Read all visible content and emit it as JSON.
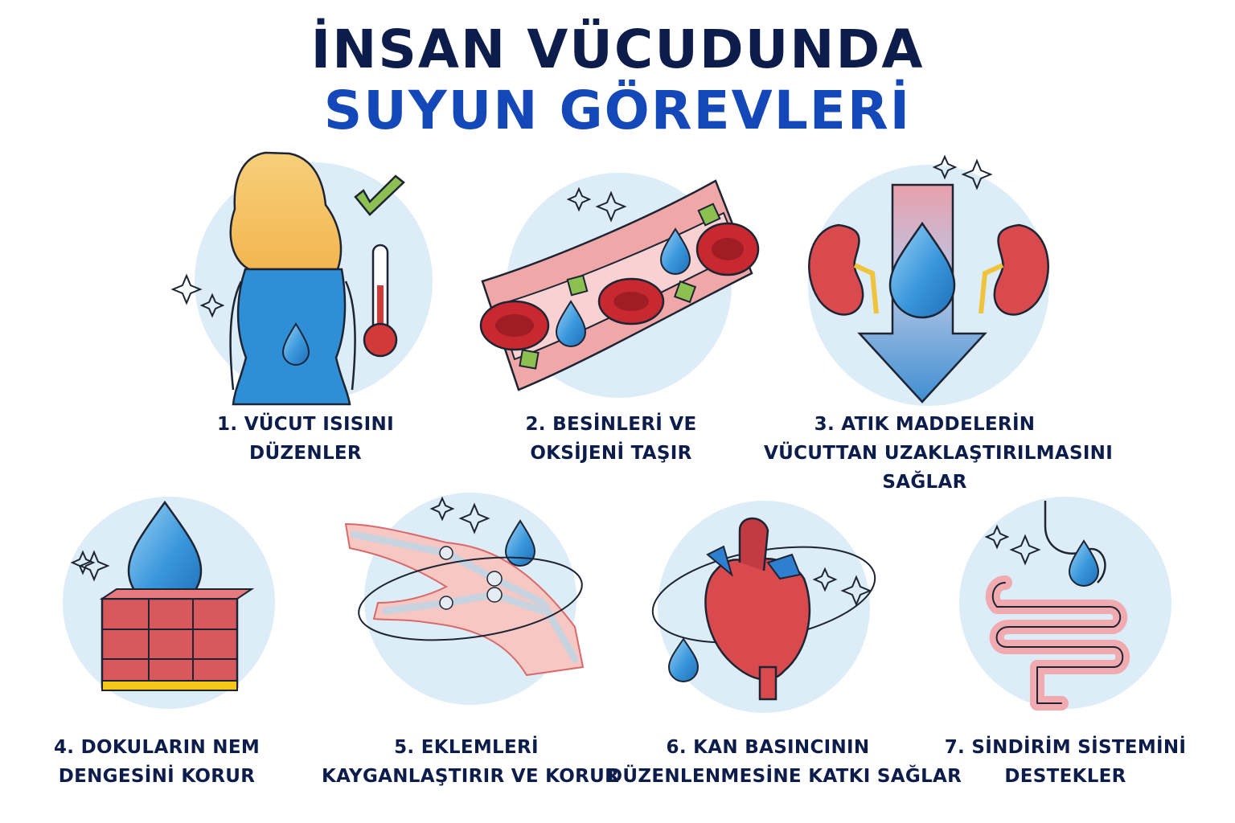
{
  "title": {
    "line1": "İNSAN VÜCUDUNDA",
    "line2": "SUYUN GÖREVLERİ"
  },
  "colors": {
    "title_line1": "#0c1d4c",
    "title_line2": "#1448b8",
    "label_text": "#0c1d4c",
    "circle_bg": "#dcedf7",
    "water_blue": "#2f8fd6",
    "blood_red": "#d23a3a"
  },
  "items": [
    {
      "icon": "body-temperature-icon",
      "lines": [
        "1. VÜCUT ISISINI",
        "DÜZENLER"
      ]
    },
    {
      "icon": "blood-vessel-icon",
      "lines": [
        "2. BESİNLERİ VE",
        "OKSİJENİ TAŞIR"
      ]
    },
    {
      "icon": "kidney-waste-icon",
      "lines": [
        "3. ATIK MADDELERİN",
        "VÜCUTTAN UZAKLAŞTIRILMASINI",
        "SAĞLAR"
      ]
    },
    {
      "icon": "tissue-moisture-icon",
      "lines": [
        "4. DOKULARIN NEM",
        "DENGESİNİ KORUR"
      ]
    },
    {
      "icon": "joint-hand-icon",
      "lines": [
        "5. EKLEMLERİ",
        "KAYGANLAŞTIRIR VE KORUR"
      ]
    },
    {
      "icon": "heart-pressure-icon",
      "lines": [
        "6. KAN BASINCININ",
        "DÜZENLENMESİNE KATKI SAĞLAR"
      ]
    },
    {
      "icon": "digestive-system-icon",
      "lines": [
        "7. SİNDİRİM SİSTEMİNİ",
        "DESTEKLER"
      ]
    }
  ]
}
